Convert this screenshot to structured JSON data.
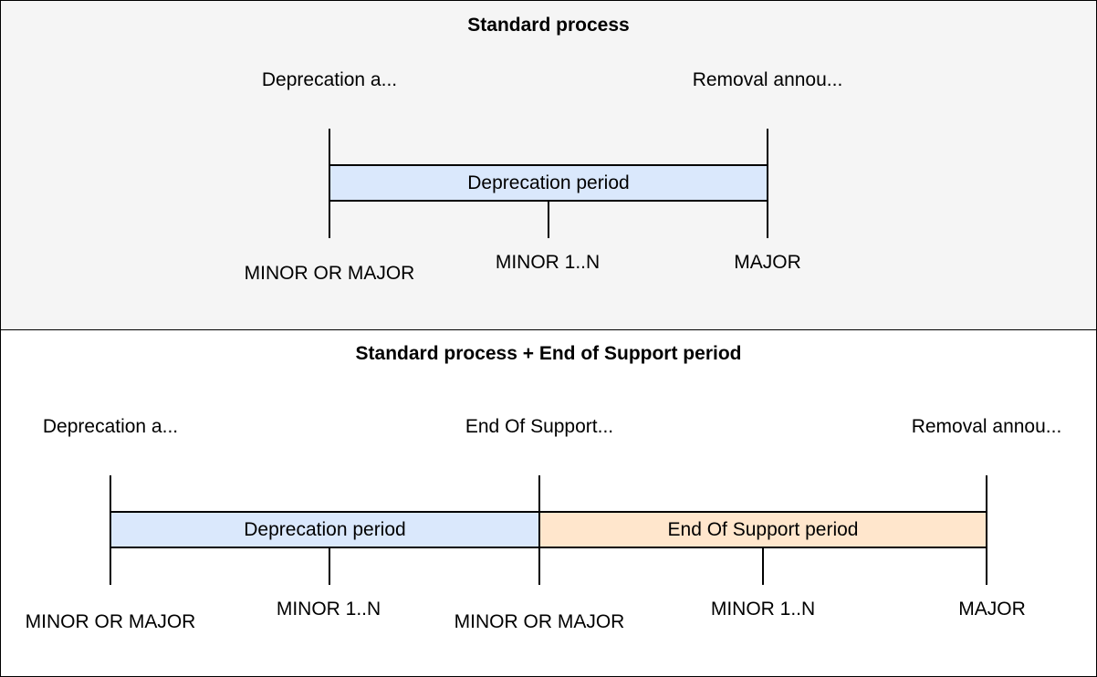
{
  "standard": {
    "title": "Standard process",
    "deprecation_announcement": "Deprecation a...",
    "removal_announcement": "Removal annou...",
    "deprecation_period": "Deprecation period",
    "start_release": "MINOR OR MAJOR",
    "middle_release": "MINOR 1..N",
    "end_release": "MAJOR"
  },
  "extended": {
    "title": "Standard process + End of Support period",
    "deprecation_announcement": "Deprecation a...",
    "end_of_support_announcement": "End Of Support...",
    "removal_announcement": "Removal annou...",
    "deprecation_period": "Deprecation period",
    "end_of_support_period": "End Of Support period",
    "start_release": "MINOR OR MAJOR",
    "deprecation_middle_release": "MINOR 1..N",
    "eos_start_release": "MINOR OR MAJOR",
    "eos_middle_release": "MINOR 1..N",
    "end_release": "MAJOR"
  },
  "colors": {
    "deprecation_period_fill": "#dae8fc",
    "end_of_support_period_fill": "#ffe6cc",
    "top_panel_fill": "#f5f5f5"
  }
}
